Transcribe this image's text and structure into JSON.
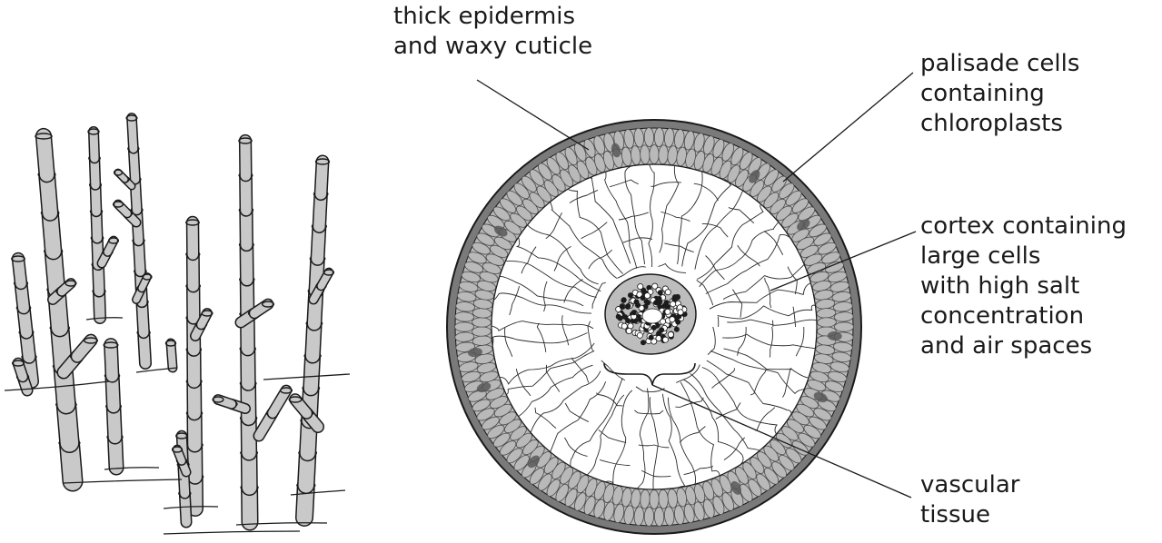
{
  "labels": {
    "epidermis": [
      "thick epidermis",
      "and waxy cuticle"
    ],
    "palisade": [
      "palisade cells",
      "containing",
      "chloroplasts"
    ],
    "cortex": [
      "cortex containing",
      "large cells",
      "with high salt",
      "concentration",
      "and air spaces"
    ],
    "vascular": [
      "vascular",
      "tissue"
    ]
  },
  "colors": {
    "stem_fill": "#c9c9c9",
    "outline": "#1a1a1a",
    "epidermis_fill": "#7a7a7a",
    "palisade_fill": "#b9b9b9",
    "dark_patch": "#585858",
    "vascular_fill": "#bdbdbd"
  }
}
